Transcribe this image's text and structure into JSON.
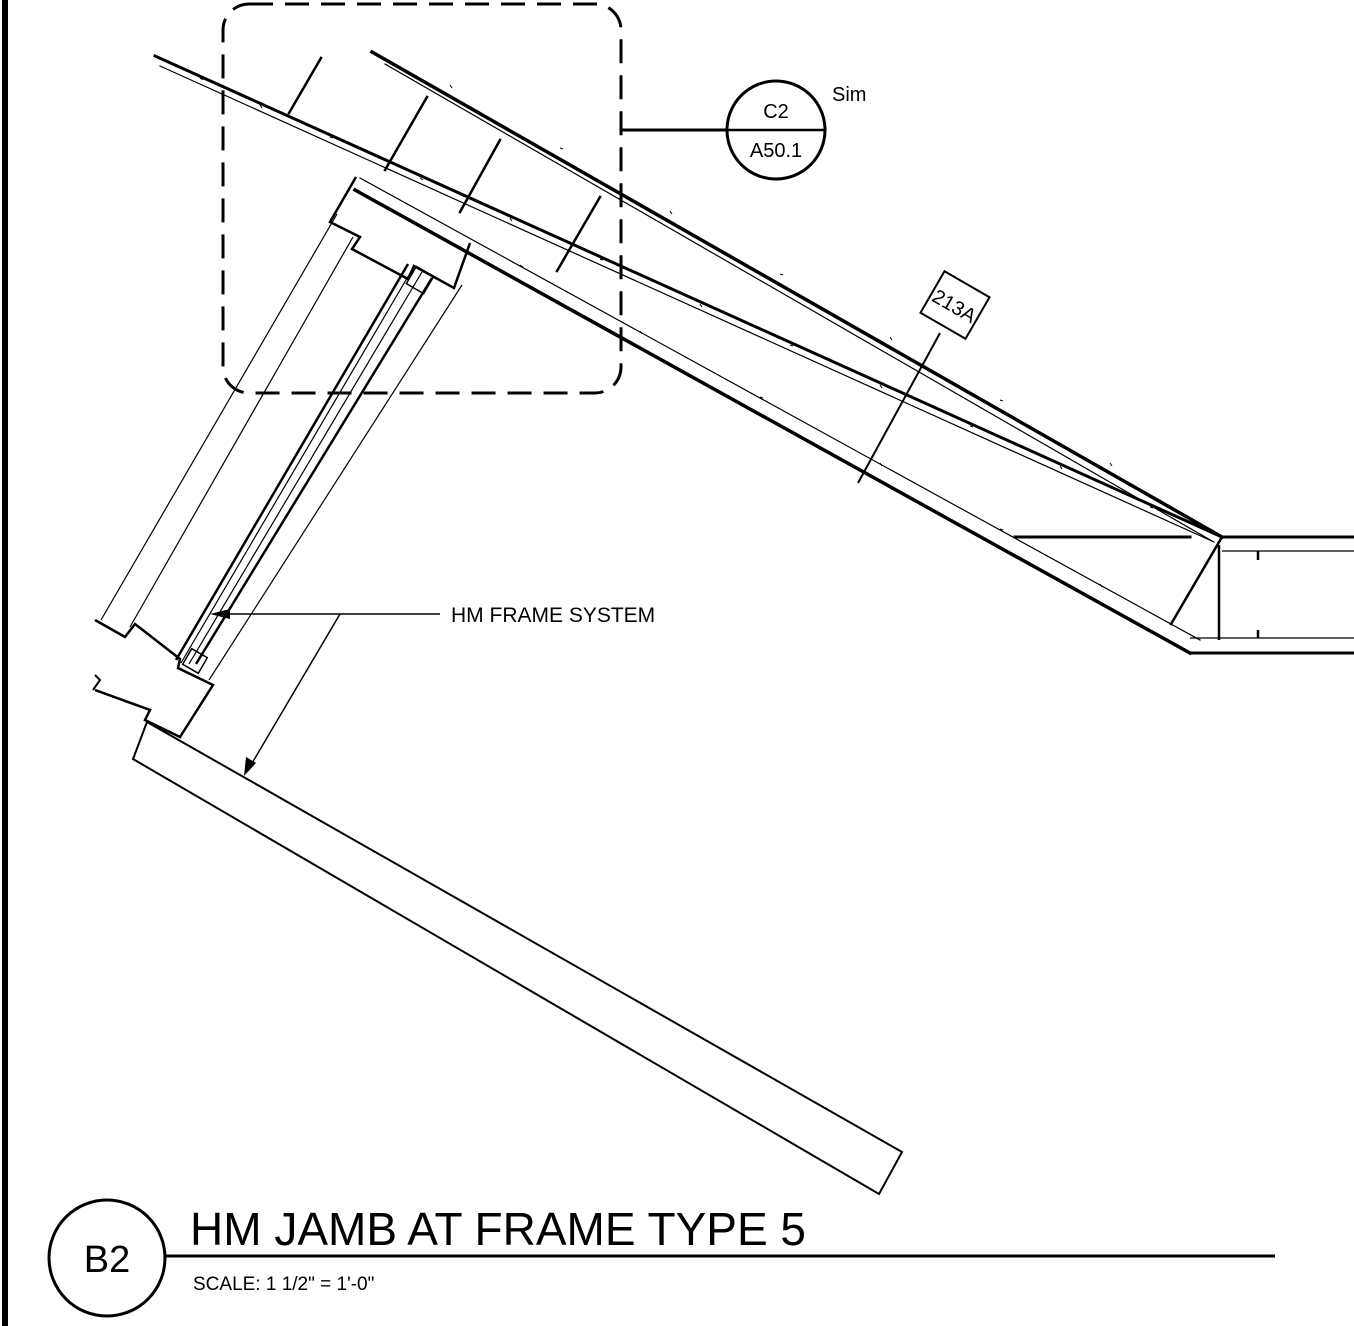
{
  "detail": {
    "id": "B2",
    "title": "HM JAMB AT FRAME TYPE 5",
    "scale": "SCALE:  1 1/2\" = 1'-0\""
  },
  "callout": {
    "detail": "C2",
    "sheet": "A50.1",
    "note": "Sim"
  },
  "tag": {
    "text": "213A"
  },
  "annotation": {
    "text": "HM FRAME SYSTEM"
  }
}
